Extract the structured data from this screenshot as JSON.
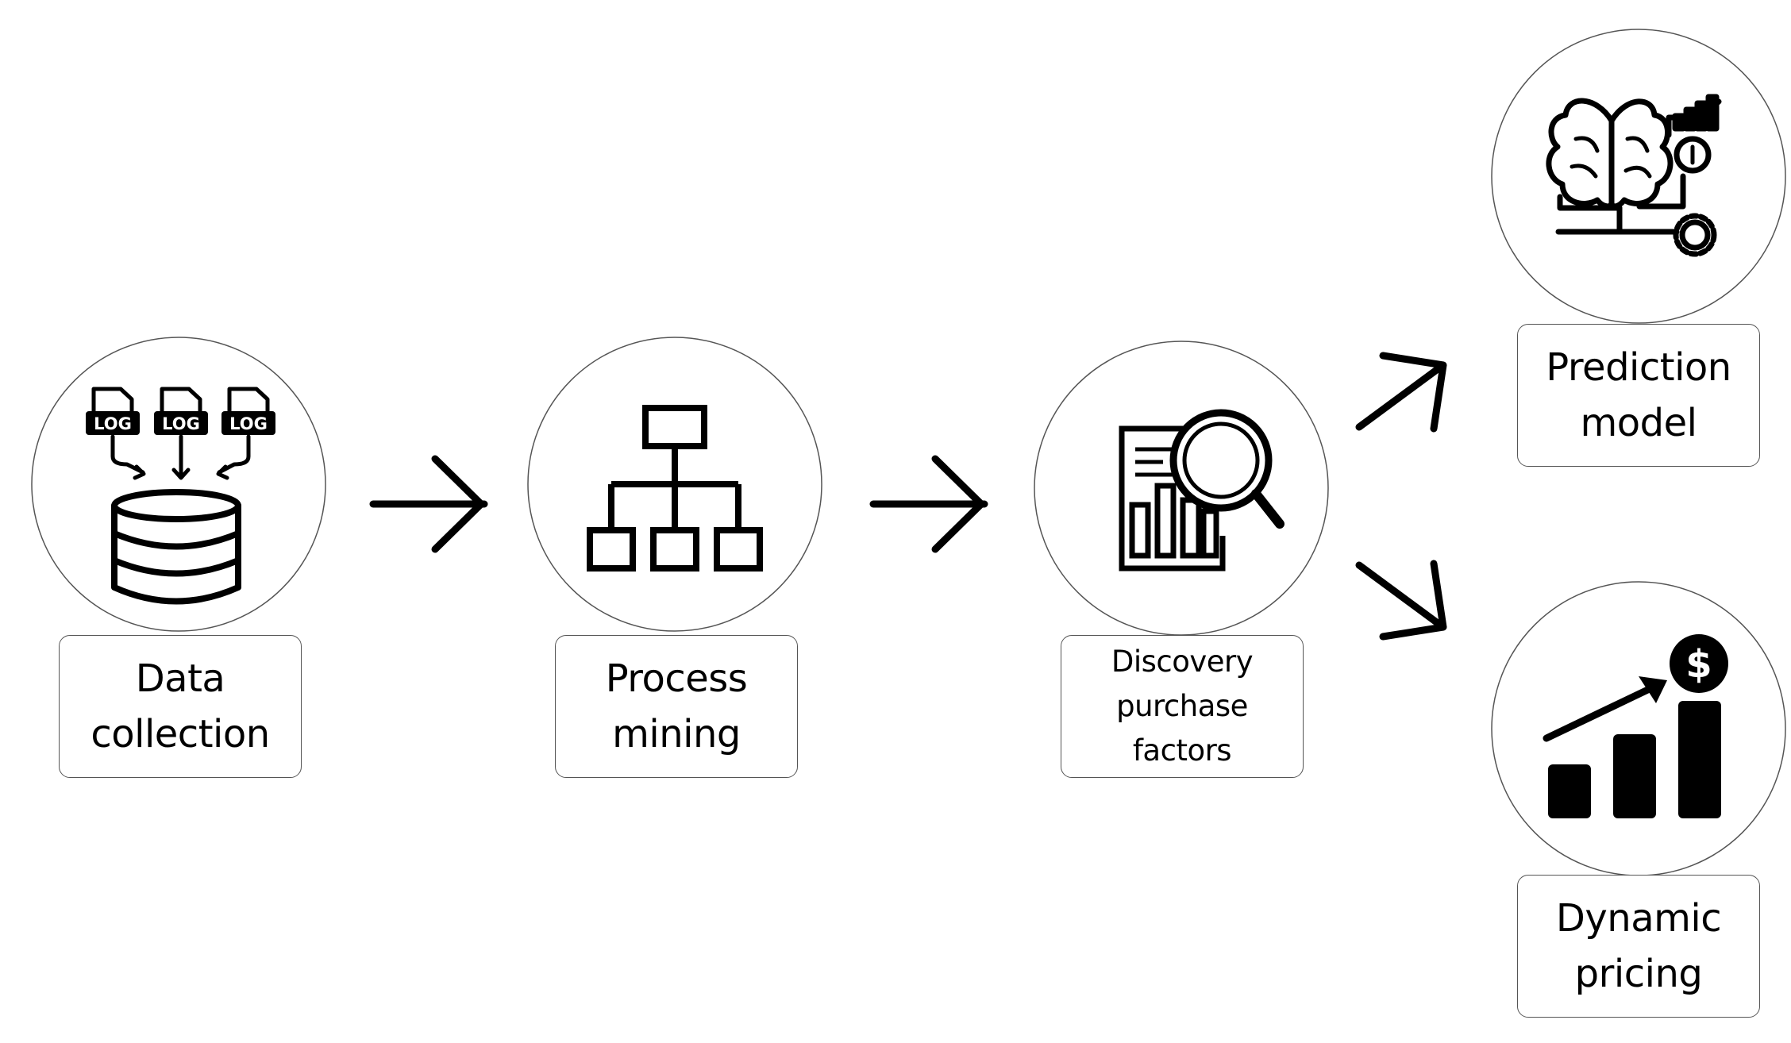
{
  "nodes": [
    {
      "id": "data-collection",
      "label_lines": [
        "Data",
        "collection"
      ],
      "icon": "database-logs-icon"
    },
    {
      "id": "process-mining",
      "label_lines": [
        "Process",
        "mining"
      ],
      "icon": "hierarchy-icon"
    },
    {
      "id": "discovery",
      "label_lines": [
        "Discovery",
        "purchase",
        "factors"
      ],
      "icon": "report-magnifier-icon"
    },
    {
      "id": "prediction-model",
      "label_lines": [
        "Prediction",
        "model"
      ],
      "icon": "brain-analytics-icon"
    },
    {
      "id": "dynamic-pricing",
      "label_lines": [
        "Dynamic",
        "pricing"
      ],
      "icon": "growth-dollar-icon"
    }
  ],
  "log_badge_text": "LOG",
  "dollar_symbol": "$",
  "edges": [
    {
      "from": "data-collection",
      "to": "process-mining"
    },
    {
      "from": "process-mining",
      "to": "discovery"
    },
    {
      "from": "discovery",
      "to": "prediction-model"
    },
    {
      "from": "discovery",
      "to": "dynamic-pricing"
    }
  ],
  "colors": {
    "stroke": "#000000",
    "circle_stroke": "#555555",
    "background": "#ffffff"
  }
}
